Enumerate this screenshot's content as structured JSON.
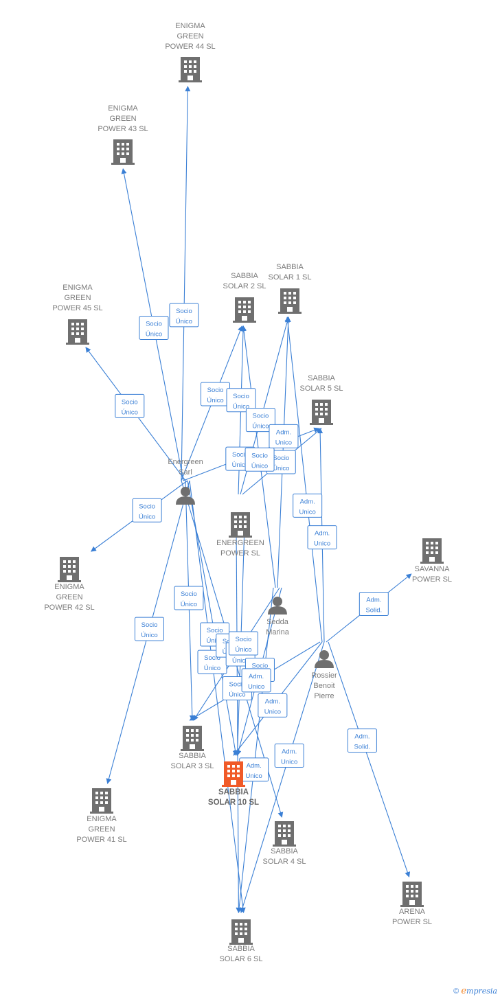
{
  "colors": {
    "edge": "#3a7fd5",
    "company": "#6f6f6f",
    "highlight": "#f05a28",
    "person": "#6f6f6f"
  },
  "footer": {
    "copyright": "©",
    "e": "e",
    "brand": "mpresia"
  },
  "nodes": [
    {
      "id": "eg44",
      "type": "company",
      "lines": [
        "ENIGMA",
        "GREEN",
        "POWER 44  SL"
      ]
    },
    {
      "id": "eg43",
      "type": "company",
      "lines": [
        "ENIGMA",
        "GREEN",
        "POWER 43  SL"
      ]
    },
    {
      "id": "eg45",
      "type": "company",
      "lines": [
        "ENIGMA",
        "GREEN",
        "POWER 45  SL"
      ]
    },
    {
      "id": "eg42",
      "type": "company",
      "lines": [
        "ENIGMA",
        "GREEN",
        "POWER 42  SL"
      ]
    },
    {
      "id": "eg41",
      "type": "company",
      "lines": [
        "ENIGMA",
        "GREEN",
        "POWER 41  SL"
      ]
    },
    {
      "id": "ss2",
      "type": "company",
      "lines": [
        "SABBIA",
        "SOLAR 2  SL"
      ]
    },
    {
      "id": "ss1",
      "type": "company",
      "lines": [
        "SABBIA",
        "SOLAR 1  SL"
      ]
    },
    {
      "id": "ss5",
      "type": "company",
      "lines": [
        "SABBIA",
        "SOLAR 5  SL"
      ]
    },
    {
      "id": "egp",
      "type": "company",
      "lines": [
        "ENERGREEN",
        "POWER  SL"
      ]
    },
    {
      "id": "sav",
      "type": "company",
      "lines": [
        "SAVANNA",
        "POWER  SL"
      ]
    },
    {
      "id": "ss3",
      "type": "company",
      "lines": [
        "SABBIA",
        "SOLAR 3  SL"
      ]
    },
    {
      "id": "ss10",
      "type": "company",
      "highlight": true,
      "lines": [
        "SABBIA",
        "SOLAR 10  SL"
      ]
    },
    {
      "id": "ss4",
      "type": "company",
      "lines": [
        "SABBIA",
        "SOLAR 4  SL"
      ]
    },
    {
      "id": "ss6",
      "type": "company",
      "lines": [
        "SABBIA",
        "SOLAR 6  SL"
      ]
    },
    {
      "id": "are",
      "type": "company",
      "lines": [
        "ARENA",
        "POWER  SL"
      ]
    },
    {
      "id": "ene",
      "type": "person",
      "lines": [
        "Energreen",
        "Sarl"
      ]
    },
    {
      "id": "sed",
      "type": "person",
      "lines": [
        "Sedda",
        "Marina"
      ]
    },
    {
      "id": "ros",
      "type": "person",
      "lines": [
        "Rossier",
        "Benoit",
        "Pierre"
      ]
    }
  ],
  "relations": [
    {
      "from": "ene",
      "to": "eg44",
      "label": [
        "Socio",
        "Único"
      ]
    },
    {
      "from": "ene",
      "to": "eg43",
      "label": [
        "Socio",
        "Único"
      ]
    },
    {
      "from": "ene",
      "to": "eg45",
      "label": [
        "Socio",
        "Único"
      ]
    },
    {
      "from": "ene",
      "to": "eg42",
      "label": [
        "Socio",
        "Único"
      ]
    },
    {
      "from": "ene",
      "to": "eg41",
      "label": [
        "Socio",
        "Único"
      ]
    },
    {
      "from": "ene",
      "to": "ss2",
      "label": [
        "Socio",
        "Único"
      ]
    },
    {
      "from": "ene",
      "to": "ss5",
      "label": [
        "Socio",
        "Único"
      ]
    },
    {
      "from": "ene",
      "to": "ss3",
      "label": [
        "Socio",
        "Único"
      ]
    },
    {
      "from": "ene",
      "to": "ss10",
      "label": [
        "Socio",
        "Único"
      ]
    },
    {
      "from": "ene",
      "to": "ss6",
      "label": [
        "Socio",
        "Único"
      ]
    },
    {
      "from": "ene",
      "to": "ss4",
      "label": [
        "Socio",
        "Único"
      ]
    },
    {
      "from": "egp",
      "to": "ss2",
      "label": [
        "Socio",
        "Único"
      ]
    },
    {
      "from": "egp",
      "to": "ss1",
      "label": [
        "Socio",
        "Único"
      ]
    },
    {
      "from": "egp",
      "to": "ss5",
      "label": [
        "Socio",
        "Único"
      ]
    },
    {
      "from": "egp",
      "to": "ss10",
      "label": [
        "Socio",
        "Único"
      ]
    },
    {
      "from": "egp",
      "to": "ss6",
      "label": [
        "Socio",
        "Único"
      ]
    },
    {
      "from": "sed",
      "to": "ss2",
      "label": [
        "Socio",
        "Único"
      ]
    },
    {
      "from": "sed",
      "to": "ss1",
      "label": [
        "Adm.",
        "Unico"
      ]
    },
    {
      "from": "sed",
      "to": "ss3",
      "label": [
        "Socio",
        "Único"
      ]
    },
    {
      "from": "sed",
      "to": "ss10",
      "label": [
        "Socio",
        "Único"
      ]
    },
    {
      "from": "sed",
      "to": "ss6",
      "label": [
        "Adm.",
        "Unico"
      ]
    },
    {
      "from": "ros",
      "to": "ss1",
      "label": [
        "Adm.",
        "Unico"
      ]
    },
    {
      "from": "ros",
      "to": "ss5",
      "label": [
        "Adm.",
        "Unico"
      ]
    },
    {
      "from": "ros",
      "to": "sav",
      "label": [
        "Adm.",
        "Solid."
      ]
    },
    {
      "from": "ros",
      "to": "are",
      "label": [
        "Adm.",
        "Solid."
      ]
    },
    {
      "from": "ros",
      "to": "ss3",
      "label": [
        "Adm.",
        "Unico"
      ]
    },
    {
      "from": "ros",
      "to": "ss10",
      "label": [
        "Adm.",
        "Unico"
      ]
    },
    {
      "from": "ros",
      "to": "ss6",
      "label": [
        "Adm.",
        "Unico"
      ]
    }
  ]
}
